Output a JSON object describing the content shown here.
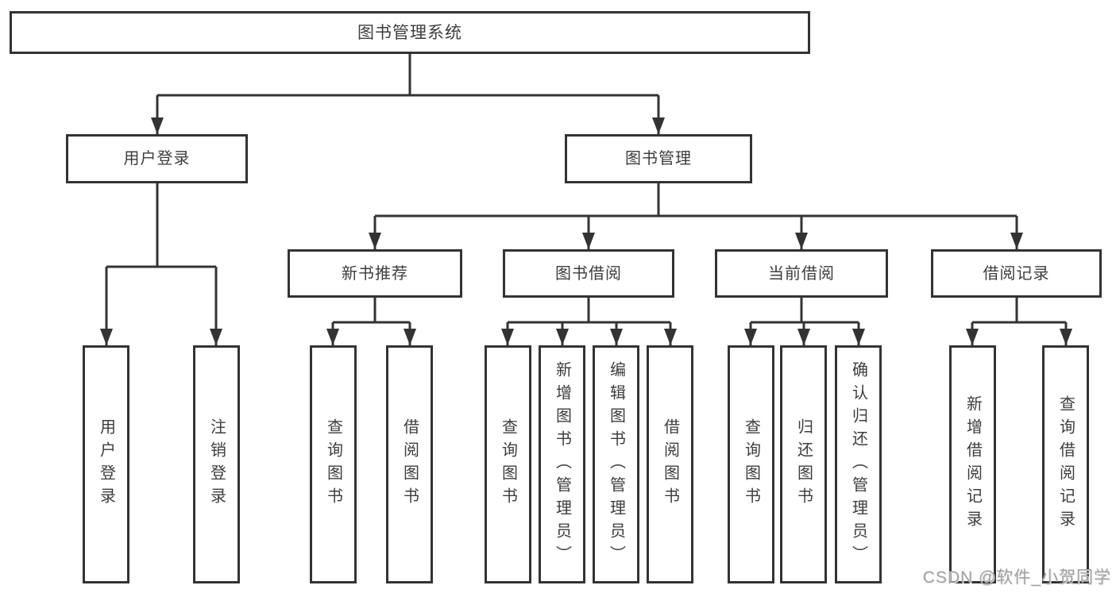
{
  "diagram_title": "图书管理系统",
  "nodes": {
    "root": "图书管理系统",
    "user_login": "用户登录",
    "book_mgmt": "图书管理",
    "new_book_rec": "新书推荐",
    "book_borrow": "图书借阅",
    "current_borrow": "当前借阅",
    "borrow_records": "借阅记录",
    "leaf_user_login": "用户登录",
    "leaf_logout": "注销登录",
    "leaf_query_book_rec": "查询图书",
    "leaf_borrow_book_rec": "借阅图书",
    "leaf_query_book_borrow": "查询图书",
    "leaf_add_book": "新增图书（管理员）",
    "leaf_edit_book": "编辑图书（管理员）",
    "leaf_borrow_book_borrow": "借阅图书",
    "leaf_query_book_current": "查询图书",
    "leaf_return_book": "归还图书",
    "leaf_confirm_return": "确认归还（管理员）",
    "leaf_add_borrow_record": "新增借阅记录",
    "leaf_query_borrow_record": "查询借阅记录"
  },
  "hierarchy": [
    {
      "from": "图书管理系统",
      "to": [
        "用户登录",
        "图书管理"
      ]
    },
    {
      "from": "用户登录",
      "to": [
        "用户登录",
        "注销登录"
      ]
    },
    {
      "from": "图书管理",
      "to": [
        "新书推荐",
        "图书借阅",
        "当前借阅",
        "借阅记录"
      ]
    },
    {
      "from": "新书推荐",
      "to": [
        "查询图书",
        "借阅图书"
      ]
    },
    {
      "from": "图书借阅",
      "to": [
        "查询图书",
        "新增图书（管理员）",
        "编辑图书（管理员）",
        "借阅图书"
      ]
    },
    {
      "from": "当前借阅",
      "to": [
        "查询图书",
        "归还图书",
        "确认归还（管理员）"
      ]
    },
    {
      "from": "借阅记录",
      "to": [
        "新增借阅记录",
        "查询借阅记录"
      ]
    }
  ],
  "watermark": "CSDN @软件_小贺同学",
  "colors": {
    "line": "#333333",
    "text": "#3d3d3d",
    "background": "#ffffff",
    "watermark": "#a3a3a3"
  }
}
